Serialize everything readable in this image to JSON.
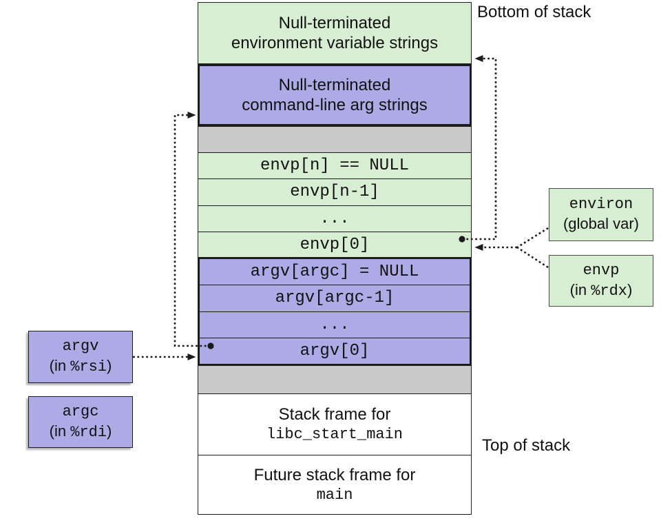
{
  "colors": {
    "green": "#d8eed3",
    "purple": "#adabe6",
    "gray": "#c9c9c9",
    "line": "#1c1c1c"
  },
  "labels": {
    "bottom_of_stack": "Bottom of stack",
    "top_of_stack": "Top of stack"
  },
  "stack": {
    "env_strings_line1": "Null-terminated",
    "env_strings_line2": "environment variable strings",
    "arg_strings_line1": "Null-terminated",
    "arg_strings_line2": "command-line arg strings",
    "envp_rows": [
      "envp[n] == NULL",
      "envp[n-1]",
      "...",
      "envp[0]"
    ],
    "argv_rows": [
      "argv[argc] = NULL",
      "argv[argc-1]",
      "...",
      "argv[0]"
    ],
    "libc_frame_line1": "Stack frame for",
    "libc_frame_code": "libc_start_main",
    "main_frame_line1": "Future stack frame for",
    "main_frame_code": "main"
  },
  "side_boxes": {
    "argv": {
      "code": "argv",
      "detail_pre": "(in ",
      "detail_code": "%rsi",
      "detail_post": ")"
    },
    "argc": {
      "code": "argc",
      "detail_pre": "(in ",
      "detail_code": "%rdi",
      "detail_post": ")"
    },
    "environ": {
      "code": "environ",
      "detail_pre": "(global var)",
      "detail_code": "",
      "detail_post": ""
    },
    "envp": {
      "code": "envp",
      "detail_pre": "(in ",
      "detail_code": "%rdx",
      "detail_post": ")"
    }
  }
}
